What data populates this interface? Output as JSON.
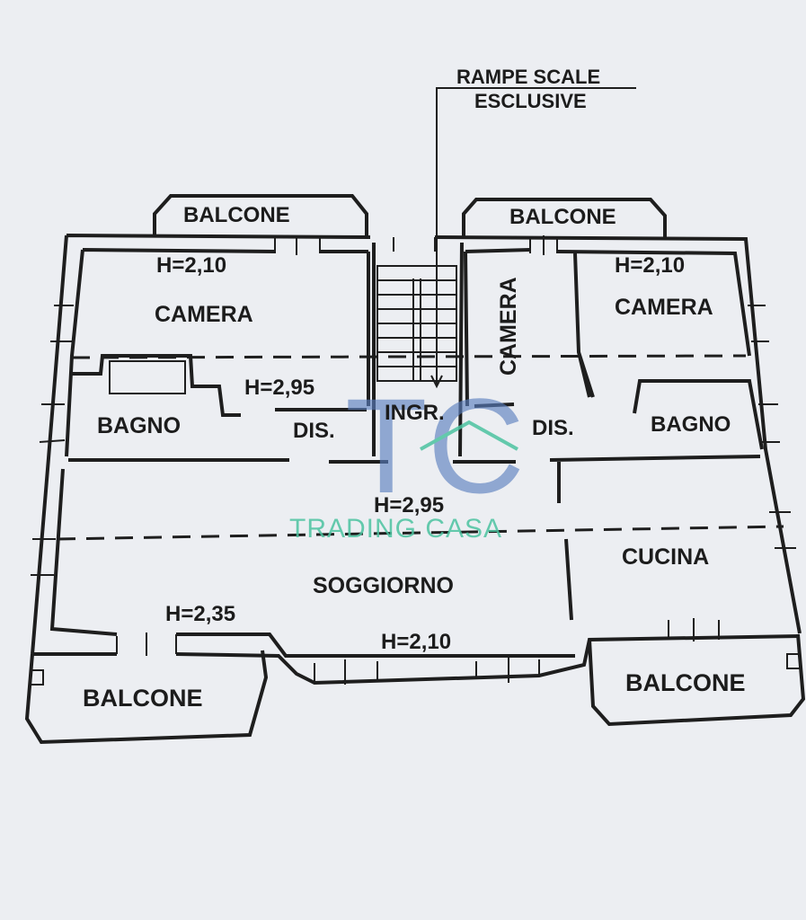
{
  "callout": {
    "line1": "RAMPE SCALE",
    "line2": "ESCLUSIVE"
  },
  "rooms": {
    "balcone_top_left": "BALCONE",
    "balcone_top_right": "BALCONE",
    "camera_left": "CAMERA",
    "camera_left_height": "H=2,10",
    "camera_middle": "CAMERA",
    "camera_right": "CAMERA",
    "camera_right_height": "H=2,10",
    "bagno_left": "BAGNO",
    "bagno_right": "BAGNO",
    "dis_left": "DIS.",
    "dis_right": "DIS.",
    "dis_height": "H=2,95",
    "ingresso": "INGR.",
    "soggiorno": "SOGGIORNO",
    "soggiorno_height": "H=2,95",
    "cucina": "CUCINA",
    "balcone_bottom_left": "BALCONE",
    "balcone_bottom_left_height": "H=2,35",
    "balcone_bottom_right": "BALCONE",
    "front_height": "H=2,10"
  },
  "watermark": {
    "logo": "TC",
    "name": "TRADING CASA"
  },
  "colors": {
    "paper": "#eceef2",
    "ink": "#1e1e1e",
    "logo_blue": "#5b7fbf",
    "logo_green": "#4cc3a0"
  }
}
